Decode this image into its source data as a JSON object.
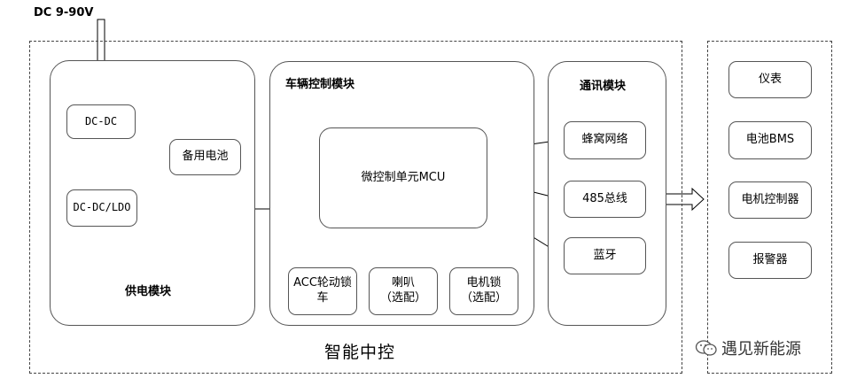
{
  "input_label": "DC 9-90V",
  "main_system_label": "智能中控",
  "power_module": {
    "title": "供电模块",
    "dcdc": "DC-DC",
    "dcdc_ldo": "DC-DC/LDO",
    "backup_battery": "备用电池"
  },
  "vehicle_control": {
    "title": "车辆控制模块",
    "mcu": "微控制单元MCU",
    "acc_lock": "ACC轮动锁车",
    "horn": "喇叭\n（选配）",
    "motor_lock": "电机锁\n（选配）"
  },
  "comm_module": {
    "title": "通讯模块",
    "cellular": "蜂窝网络",
    "bus485": "485总线",
    "bluetooth": "蓝牙"
  },
  "external_devices": {
    "instrument": "仪表",
    "battery_bms": "电池BMS",
    "motor_controller": "电机控制器",
    "alarm": "报警器"
  },
  "watermark": "遇见新能源"
}
